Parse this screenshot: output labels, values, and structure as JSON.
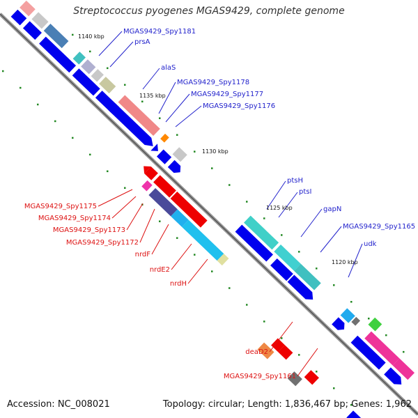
{
  "title": "Streptococcus pyogenes MGAS9429, complete genome",
  "footer": {
    "accession": "Accession: NC_008021",
    "summary": "Topology: circular; Length: 1,836,467 bp; Genes: 1,962"
  },
  "colors": {
    "forward": "#0000ee",
    "reverse": "#ee0000",
    "backbone": "#888888",
    "tick": "#228822"
  },
  "scale_labels": [
    "1140 kbp",
    "1135 kbp",
    "1130 kbp",
    "1125 kbp",
    "1120 kbp"
  ],
  "genes_forward": [
    "MGAS9429_Spy1181",
    "prsA",
    "alaS",
    "MGAS9429_Spy1178",
    "MGAS9429_Spy1177",
    "MGAS9429_Spy1176",
    "ptsH",
    "ptsI",
    "gapN",
    "MGAS9429_Spy1165",
    "udk"
  ],
  "genes_reverse": [
    "MGAS9429_Spy1175",
    "MGAS9429_Spy1174",
    "MGAS9429_Spy1173",
    "MGAS9429_Spy1172",
    "nrdF",
    "nrdE2",
    "nrdH",
    "deaD2",
    "MGAS9429_Spy1161"
  ]
}
